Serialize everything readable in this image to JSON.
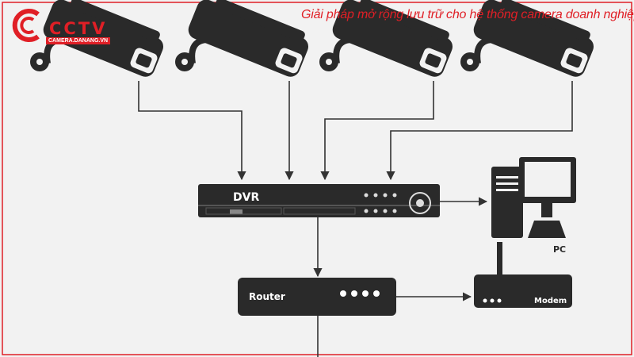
{
  "logo": {
    "text": "CCTV",
    "subtext": "CAMERA.DANANG.VN"
  },
  "headline": "Giải pháp mở rộng lưu trữ cho hệ thống camera doanh nghiệp",
  "nodes": {
    "dvr": "DVR",
    "pc": "PC",
    "router": "Router",
    "modem": "Modem"
  },
  "colors": {
    "brand": "#e01f26",
    "device": "#2a2a2a",
    "line": "#333333",
    "background": "#f2f2f2"
  }
}
